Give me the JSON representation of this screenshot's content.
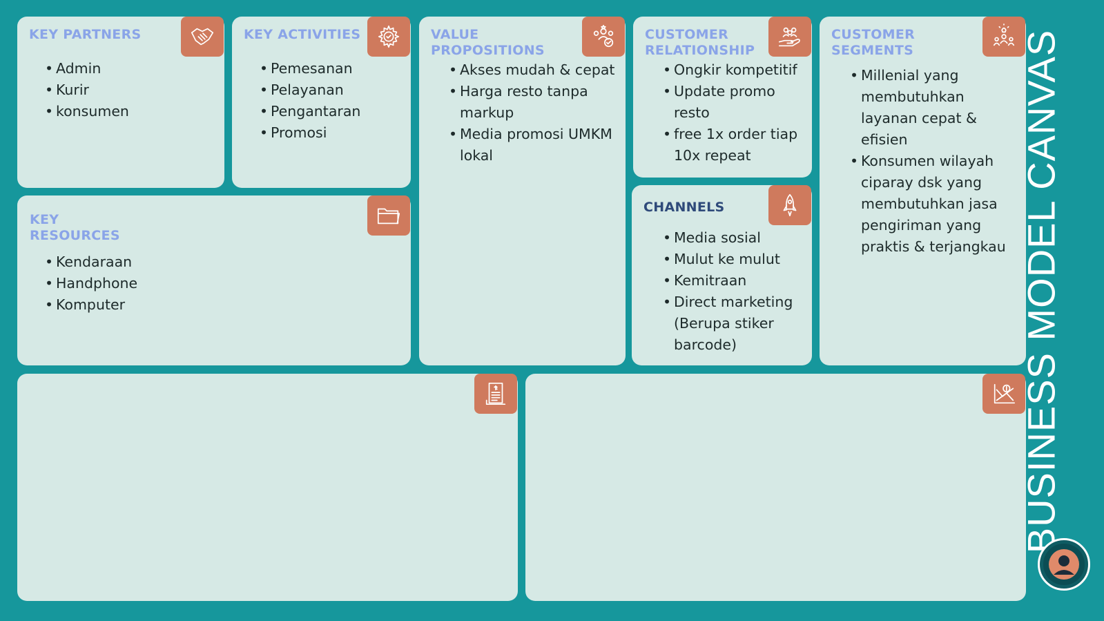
{
  "sections": {
    "key_partners": {
      "title": "KEY PARTNERS",
      "icon": "handshake-icon",
      "items": [
        "Admin",
        "Kurir",
        "konsumen"
      ]
    },
    "key_activities": {
      "title": "KEY ACTIVITIES",
      "icon": "gear-icon",
      "items": [
        "Pemesanan",
        "Pelayanan",
        "Pengantaran",
        "Promosi"
      ]
    },
    "value_propositions": {
      "title": "VALUE\nPROPOSITIONS",
      "icon": "value-people-icon",
      "items": [
        "Akses mudah & cepat",
        "Harga resto tanpa markup",
        "Media promosi UMKM lokal"
      ]
    },
    "customer_relationship": {
      "title": "CUSTOMER\nRELATIONSHIP",
      "icon": "hand-people-icon",
      "items": [
        "Ongkir kompetitif",
        "Update promo resto",
        "free 1x order tiap 10x repeat"
      ]
    },
    "customer_segments": {
      "title": "CUSTOMER\nSEGMENTS",
      "icon": "people-idea-icon",
      "items": [
        "Millenial yang membutuhkan layanan cepat & efisien",
        "Konsumen wilayah ciparay dsk yang membutuhkan jasa pengiriman yang praktis & terjangkau"
      ]
    },
    "key_resources": {
      "title": "KEY\nRESOURCES",
      "icon": "folder-icon",
      "items": [
        "Kendaraan",
        "Handphone",
        "Komputer"
      ]
    },
    "channels": {
      "title": "CHANNELS",
      "icon": "rocket-icon",
      "items": [
        "Media sosial",
        "Mulut ke mulut",
        "Kemitraan",
        "Direct marketing (Berupa stiker barcode)"
      ]
    },
    "cost_structure": {
      "icon": "receipt-icon"
    },
    "revenue_streams": {
      "icon": "revenue-chart-icon"
    }
  },
  "page_title": "BUSINESS MODEL CANVAS",
  "logo": {
    "icon": "brand-logo-icon"
  },
  "colors": {
    "background": "#16979c",
    "card": "#d6e9e5",
    "icon_box": "#cf7a5d",
    "title_light": "#8aa4e8",
    "title_dark": "#2f4a7a",
    "text": "#1d2a2a"
  }
}
